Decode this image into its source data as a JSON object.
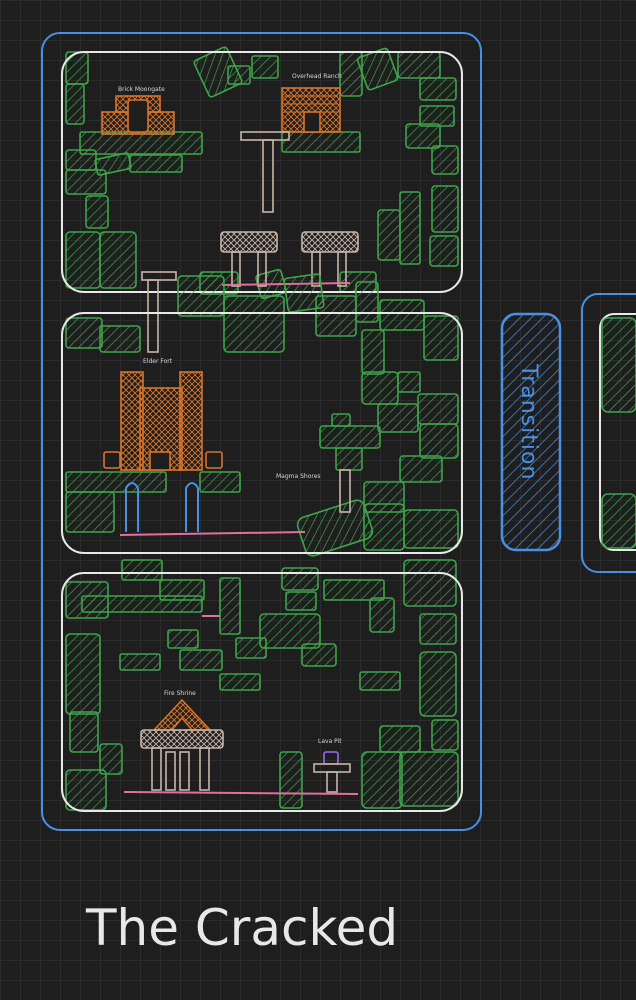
{
  "title": "The Cracked",
  "transition_label": "Transition",
  "colors": {
    "background": "#1e1e1e",
    "grid": "#2b2b2b",
    "region_border": "#4a90e2",
    "room_border": "#e8e8e8",
    "terrain": "#3ea34a",
    "structure_orange": "#d9732b",
    "structure_tan": "#c8b4a8",
    "hazard_pink": "#e26fa0",
    "pillar_blue": "#4a90e2",
    "npc_purple": "#9b6cf0"
  },
  "landmarks": {
    "brick_moongate": "Brick Moongate",
    "overhead_ranch": "Overhead Ranch",
    "elder_fort": "Elder Fort",
    "magma_shores": "Magma Shores",
    "fire_shrine": "Fire Shrine",
    "lava_pit": "Lava Pit"
  }
}
